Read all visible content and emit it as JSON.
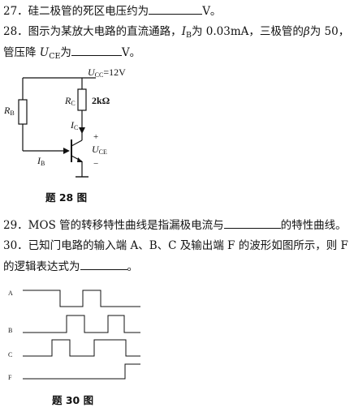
{
  "q27": {
    "pre": "27．硅二极管的死区电压约为",
    "post": "V。"
  },
  "q28": {
    "line1_a": "28．图示为某放大电路的直流通路，",
    "ib_sym": "I",
    "ib_sub": "B",
    "line1_b": "为 0.03mA，三极管的",
    "beta": "β",
    "line1_c": "为 50，",
    "line2_a": "管压降",
    "uce_sym": "U",
    "uce_sub": "CE",
    "line2_b": "为",
    "line2_c": "V。"
  },
  "fig28": {
    "vcc": "U",
    "vcc_sub": "CC",
    "vcc_val": "=12V",
    "rc": "R",
    "rc_sub": "C",
    "rc_val": "2kΩ",
    "rb": "R",
    "rb_sub": "B",
    "ic": "I",
    "ic_sub": "C",
    "plus": "+",
    "uce": "U",
    "uce_sub": "CE",
    "minus": "−",
    "ib": "I",
    "ib_sub": "B",
    "caption": "题 28 图"
  },
  "q29": {
    "pre": "29．MOS 管的转移特性曲线是指漏极电流与",
    "post": "的特性曲线。"
  },
  "q30": {
    "line1": "30．已知门电路的输入端 A、B、C 及输出端 F 的波形如图所示，则 F",
    "line2_a": "的逻辑表达式为",
    "line2_b": "。"
  },
  "fig30": {
    "labels": [
      "A",
      "B",
      "C",
      "F"
    ],
    "caption": "题 30 图"
  }
}
